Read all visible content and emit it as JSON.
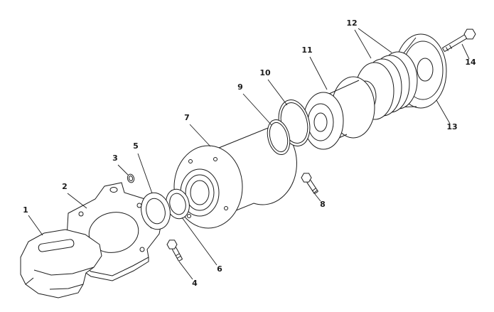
{
  "diagram": {
    "colors": {
      "background": "#ffffff",
      "line": "#1c1c1c"
    },
    "parts": [
      {
        "label": "1"
      },
      {
        "label": "2"
      },
      {
        "label": "3"
      },
      {
        "label": "4"
      },
      {
        "label": "5"
      },
      {
        "label": "6"
      },
      {
        "label": "7"
      },
      {
        "label": "8"
      },
      {
        "label": "9"
      },
      {
        "label": "10"
      },
      {
        "label": "11"
      },
      {
        "label": "12"
      },
      {
        "label": "13"
      },
      {
        "label": "14"
      }
    ]
  }
}
